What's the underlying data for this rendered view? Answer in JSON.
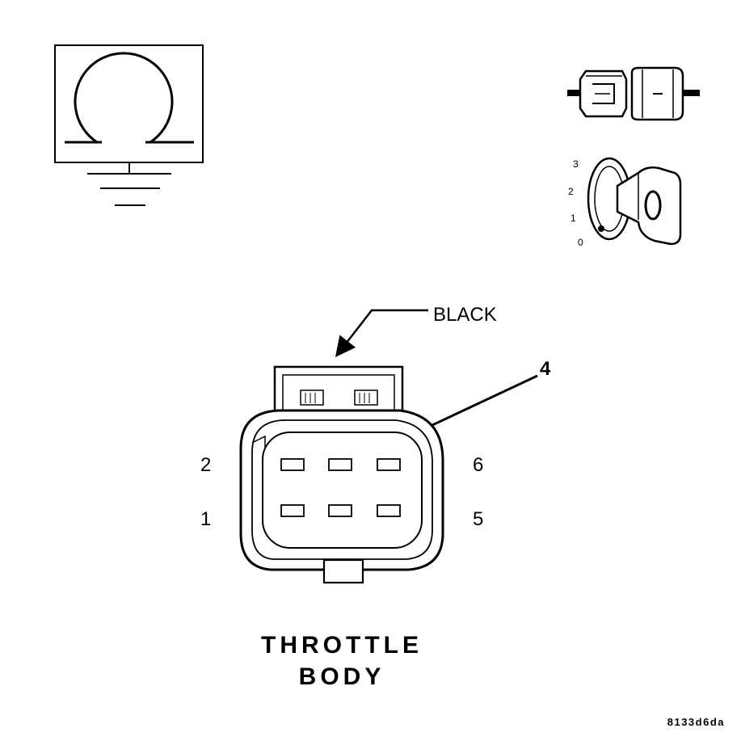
{
  "ohmmeter": {
    "icon": "ohmmeter-ground-icon"
  },
  "connector_icon": {
    "icon": "disconnected-connector-icon"
  },
  "ignition": {
    "icon": "ignition-key-icon",
    "positions": [
      "3",
      "2",
      "1",
      "0"
    ]
  },
  "connector": {
    "color_label": "BLACK",
    "callout_label": "4",
    "pin_labels": {
      "top_left": "2",
      "bottom_left": "1",
      "top_right": "6",
      "bottom_right": "5"
    },
    "title_line1": "THROTTLE",
    "title_line2": "BODY"
  },
  "figure_code": "8133d6da",
  "colors": {
    "ink": "#000000",
    "paper": "#ffffff"
  }
}
